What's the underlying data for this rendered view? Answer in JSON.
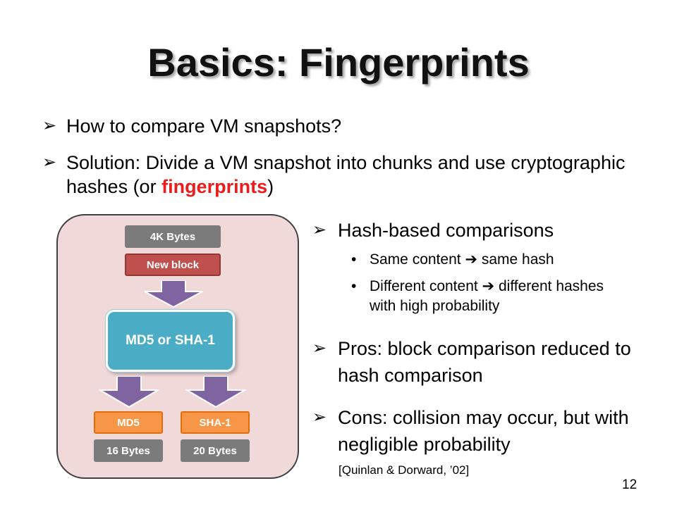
{
  "slide": {
    "title": "Basics: Fingerprints",
    "page_number": "12",
    "bullets": [
      {
        "text": "How to compare VM snapshots?"
      },
      {
        "text_before": "Solution: Divide a VM snapshot into chunks and use cryptographic hashes (or ",
        "highlight": "fingerprints",
        "text_after": ")"
      }
    ],
    "right_bullets": {
      "hash_heading": "Hash-based comparisons",
      "sub_items": [
        {
          "before": "Same content ",
          "after": " same hash"
        },
        {
          "before": "Different content ",
          "after": " different hashes with high probability"
        }
      ],
      "pros": "Pros: block comparison reduced to hash comparison",
      "cons": "Cons: collision may occur, but with negligible probability"
    },
    "citation": "[Quinlan & Dorward, ’02]"
  },
  "diagram": {
    "size_label": "4K Bytes",
    "new_block": "New block",
    "hash_function": "MD5 or SHA-1",
    "outputs": [
      {
        "name": "MD5",
        "size": "16 Bytes"
      },
      {
        "name": "SHA-1",
        "size": "20 Bytes"
      }
    ]
  },
  "colors": {
    "highlight_red": "#ea1c1c",
    "panel_bg": "#f2d9d9",
    "grey_box": "#7b7b7b",
    "new_block": "#c0504d",
    "hash_box": "#4bacc6",
    "output_box": "#f79646",
    "arrow_purple": "#8064a2"
  },
  "icons": {
    "bullet": "arrow-bullet-icon",
    "implies": "implies-arrow-icon",
    "flow": "down-arrow-icon"
  }
}
